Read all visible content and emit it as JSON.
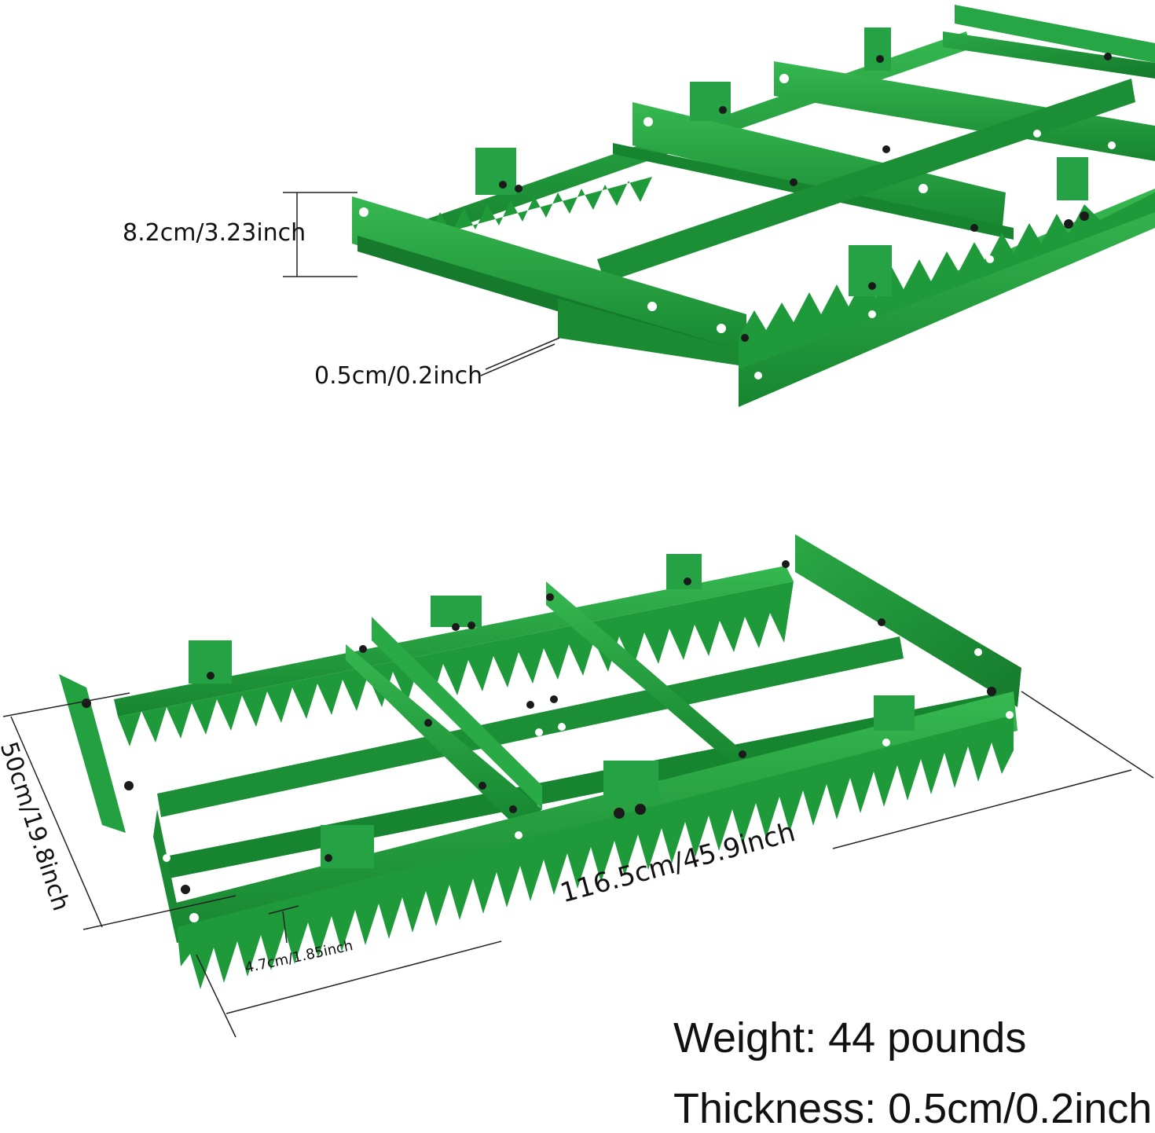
{
  "colors": {
    "frame_green": "#1f9a3a",
    "frame_green_light": "#2fb24a",
    "frame_green_dark": "#157a2c",
    "dimension_line": "#222222",
    "bolt": "#1a1a1a"
  },
  "top_view": {
    "height_label": "8.2cm/3.23inch",
    "thickness_label": "0.5cm/0.2inch"
  },
  "bottom_view": {
    "width_label": "50cm/19.8inch",
    "length_label": "116.5cm/45.9inch",
    "tooth_label": "4.7cm/1.85inch"
  },
  "specs": {
    "weight": "Weight: 44 pounds",
    "thickness": "Thickness: 0.5cm/0.2inch"
  },
  "icons": [
    "steel-landscape-rake-frame"
  ]
}
